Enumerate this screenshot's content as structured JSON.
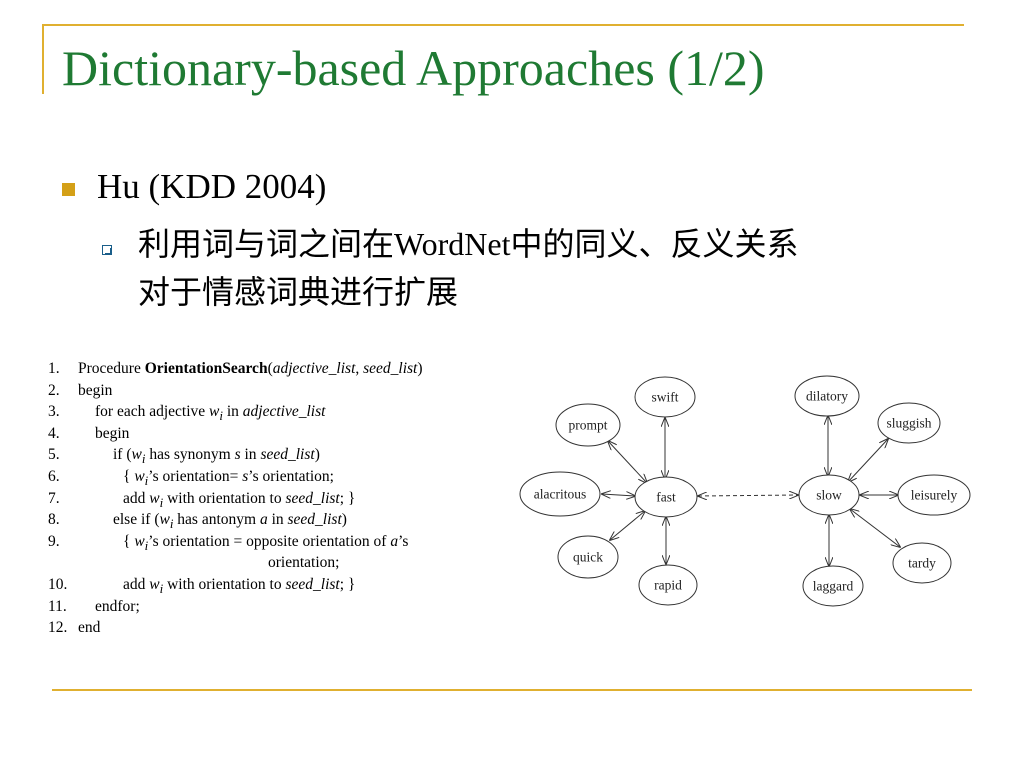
{
  "slide": {
    "title": "Dictionary-based Approaches (1/2)",
    "bullet1": "Hu (KDD 2004)",
    "bullet2_line1": "利用词与词之间在WordNet中的同义、反义关系",
    "bullet2_line2": "对于情感词典进行扩展"
  },
  "algorithm": [
    {
      "num": "1.",
      "code": "Procedure <b>OrientationSearch</b>(<i>adjective_list</i>, <i>seed_list</i>)"
    },
    {
      "num": "2.",
      "code": "begin"
    },
    {
      "num": "3.",
      "code": "for each adjective <i>w<sub>i</sub></i> in <i>adjective_list</i>"
    },
    {
      "num": "4.",
      "code": "begin"
    },
    {
      "num": "5.",
      "code": "if (<i>w<sub>i</sub></i> has synonym <i>s</i> in <i>seed_list</i>)"
    },
    {
      "num": "6.",
      "code": "{ <i>w<sub>i</sub></i>’s orientation= <i>s</i>’s orientation;"
    },
    {
      "num": "7.",
      "code": "add <i>w<sub>i</sub></i> with orientation to <i>seed_list</i>; }"
    },
    {
      "num": "8.",
      "code": "else if (<i>w<sub>i</sub></i> has antonym <i>a</i> in <i>seed_list</i>)"
    },
    {
      "num": "9.",
      "code": "{ <i>w<sub>i</sub></i>’s orientation = opposite orientation of <i>a</i>’s"
    },
    {
      "num": "",
      "code": "orientation;"
    },
    {
      "num": "10.",
      "code": "add <i>w<sub>i</sub></i> with orientation to <i>seed_list</i>; }"
    },
    {
      "num": "11.",
      "code": "endfor;"
    },
    {
      "num": "12.",
      "code": "end"
    }
  ],
  "graph": {
    "nodes": [
      "fast",
      "swift",
      "prompt",
      "alacritous",
      "quick",
      "rapid",
      "slow",
      "dilatory",
      "sluggish",
      "leisurely",
      "tardy",
      "laggard"
    ]
  },
  "colors": {
    "title": "#1f7a33",
    "frame": "#e0b030",
    "bullet": "#d4a017"
  }
}
